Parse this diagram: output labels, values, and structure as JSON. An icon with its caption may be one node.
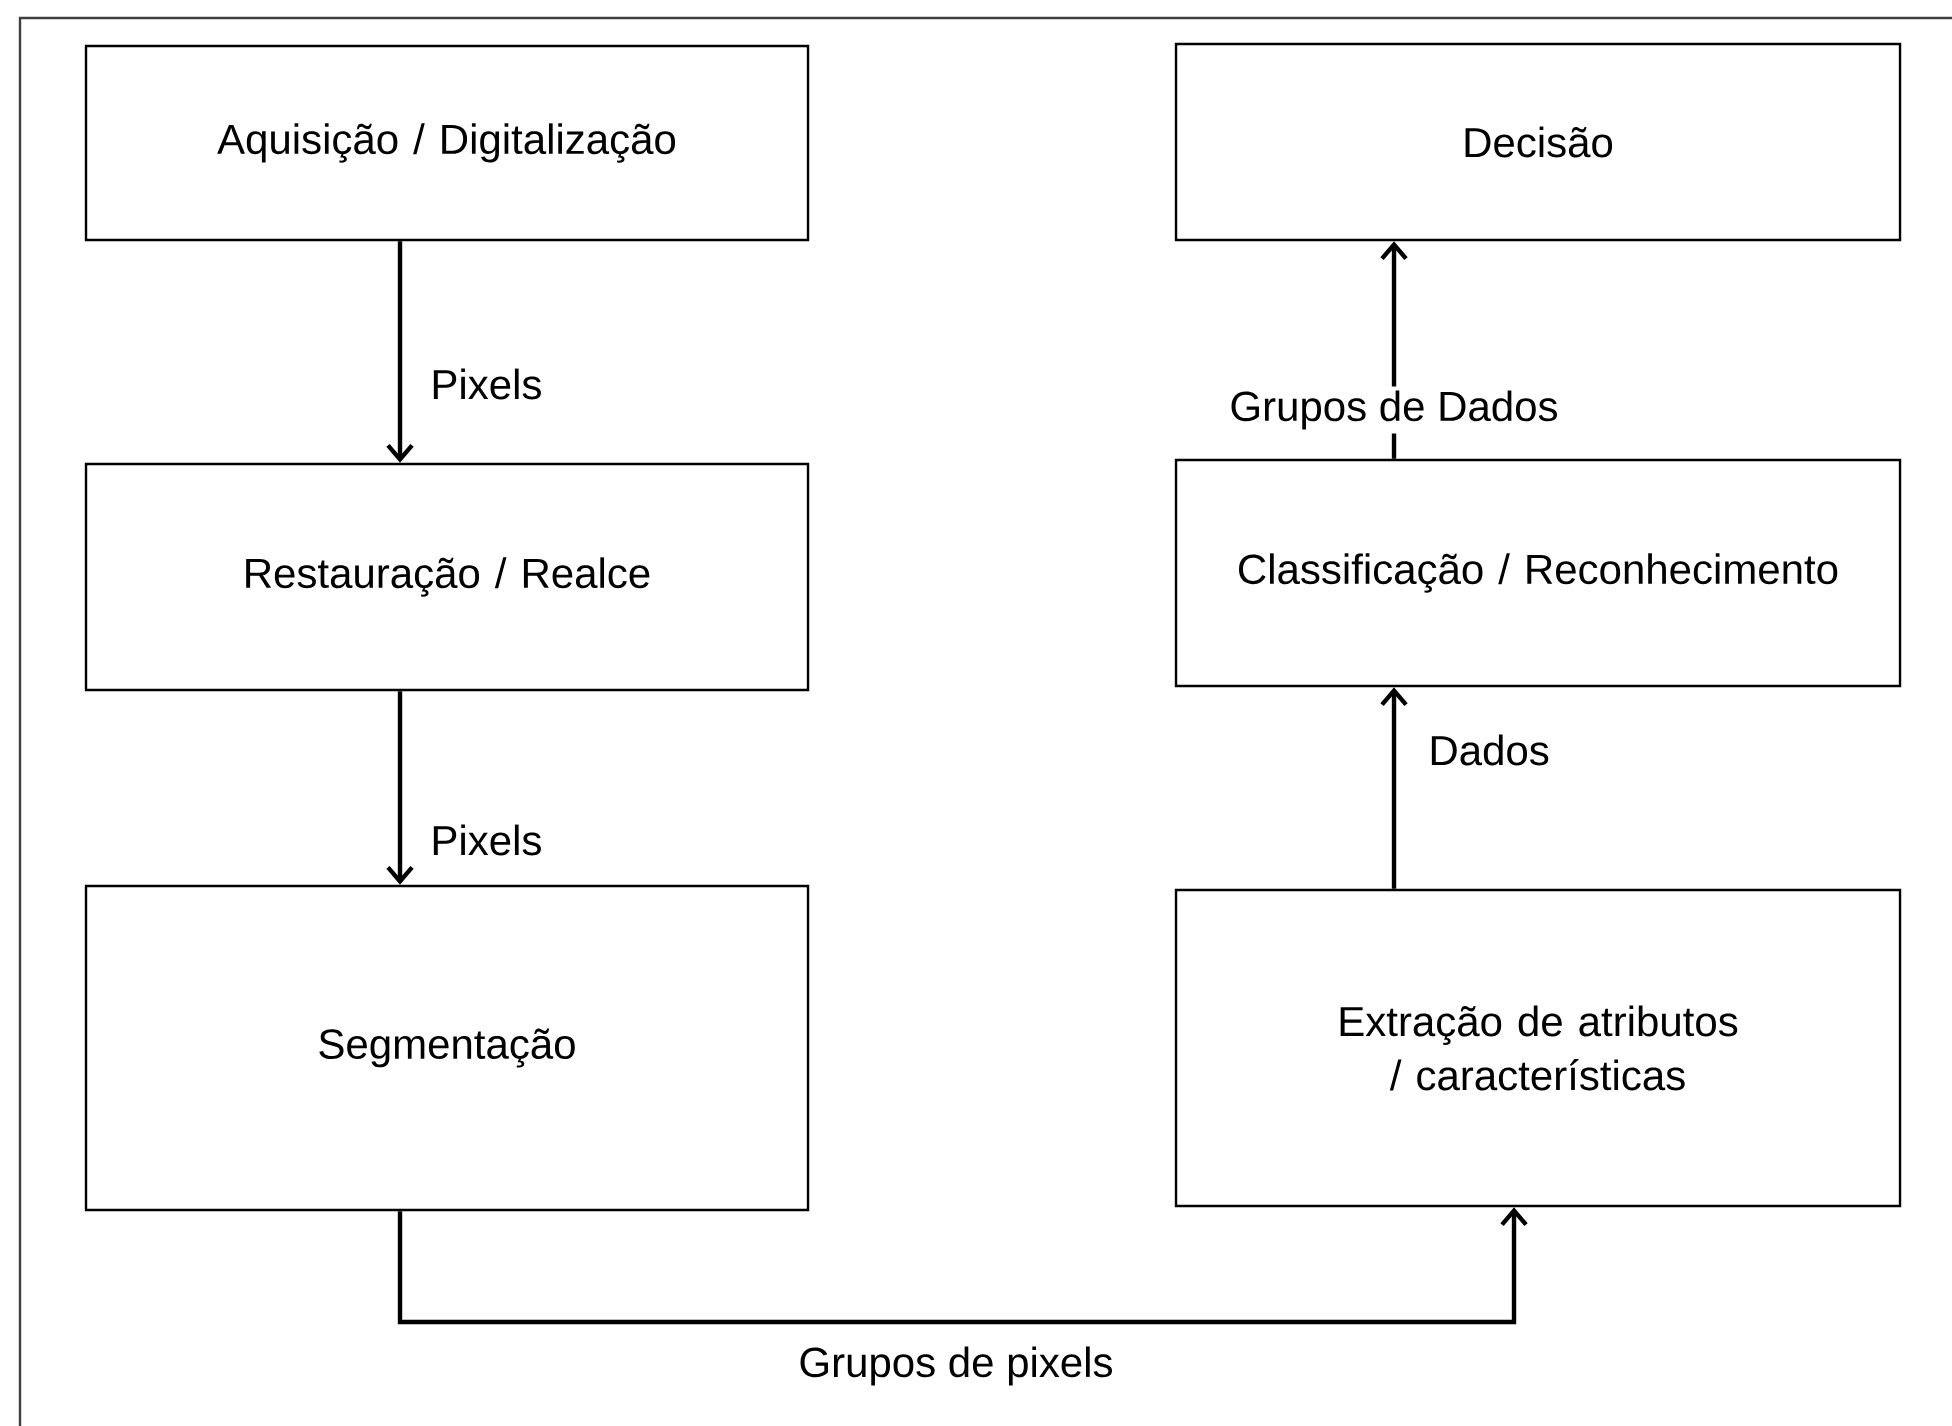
{
  "diagram": {
    "nodes": [
      {
        "text": [
          "Aquisição / Digitalização"
        ]
      },
      {
        "text": [
          "Restauração / Realce"
        ]
      },
      {
        "text": [
          "Segmentação"
        ]
      },
      {
        "text": [
          "Extração de atributos / características"
        ]
      },
      {
        "text": [
          "Classificação / Reconhecimento"
        ]
      },
      {
        "text": [
          "Decisão"
        ]
      }
    ],
    "edges": [
      {
        "from": 0,
        "to": 1,
        "arrow": "to",
        "label": "Pixels"
      },
      {
        "from": 1,
        "to": 2,
        "arrow": "to",
        "label": "Pixels"
      },
      {
        "from": 2,
        "to": 3,
        "arrow": "to",
        "label": "Grupos de pixels"
      },
      {
        "from": 3,
        "to": 4,
        "arrow": "to",
        "label": "Dados"
      },
      {
        "from": 4,
        "to": 5,
        "arrow": "to",
        "label": "Grupos de Dados"
      }
    ]
  }
}
